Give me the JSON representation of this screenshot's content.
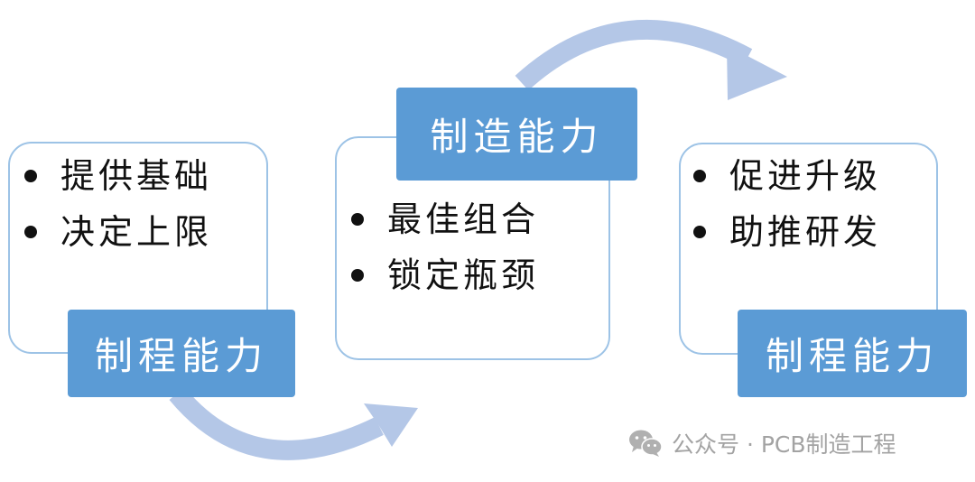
{
  "colors": {
    "label_fill": "#5b9bd5",
    "box_border": "#9dc3e6",
    "arrow": "#b4c7e7",
    "watermark": "#a3a3a3"
  },
  "left": {
    "bullets": [
      "提供基础",
      "决定上限"
    ],
    "label": "制程能力"
  },
  "middle": {
    "bullets": [
      "最佳组合",
      "锁定瓶颈"
    ],
    "label": "制造能力"
  },
  "right": {
    "bullets": [
      "促进升级",
      "助推研发"
    ],
    "label": "制程能力"
  },
  "arrows": {
    "top": "curved-arrow-right",
    "bottom": "curved-arrow-right"
  },
  "watermark": {
    "icon": "wechat-icon",
    "text": "公众号 · PCB制造工程"
  }
}
